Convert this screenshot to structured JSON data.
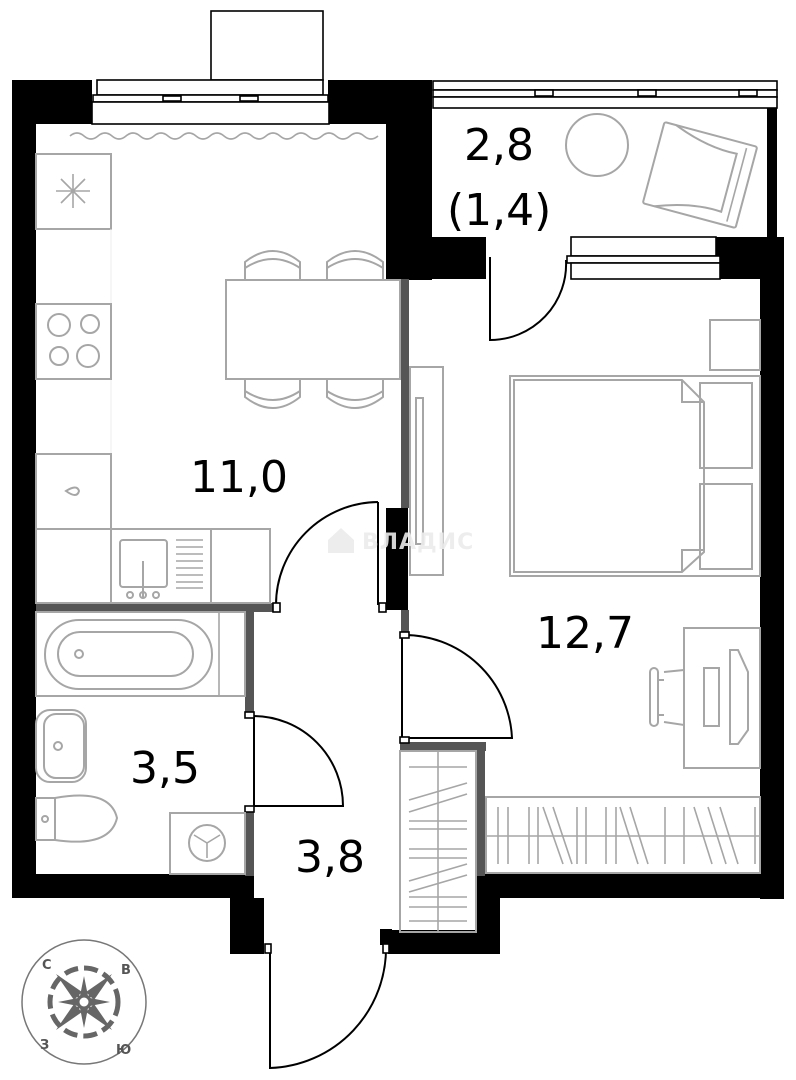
{
  "plan": {
    "type": "one-room apartment floor plan",
    "rooms": [
      {
        "id": "kitchen",
        "name": "kitchen-living",
        "area": "11,0"
      },
      {
        "id": "balcony",
        "name": "balcony",
        "area": "2,8",
        "reduced_area": "(1,4)"
      },
      {
        "id": "bedroom",
        "name": "bedroom",
        "area": "12,7"
      },
      {
        "id": "bathroom",
        "name": "bathroom",
        "area": "3,5"
      },
      {
        "id": "hallway",
        "name": "hallway",
        "area": "3,8"
      }
    ]
  },
  "compass": {
    "north": "С",
    "east": "В",
    "south": "Ю",
    "west": "З"
  },
  "watermark": {
    "text": "ВЛАДИС"
  },
  "colors": {
    "wall": "#000000",
    "partition": "#555555",
    "furniture": "#a6a6a6",
    "background": "#ffffff"
  }
}
